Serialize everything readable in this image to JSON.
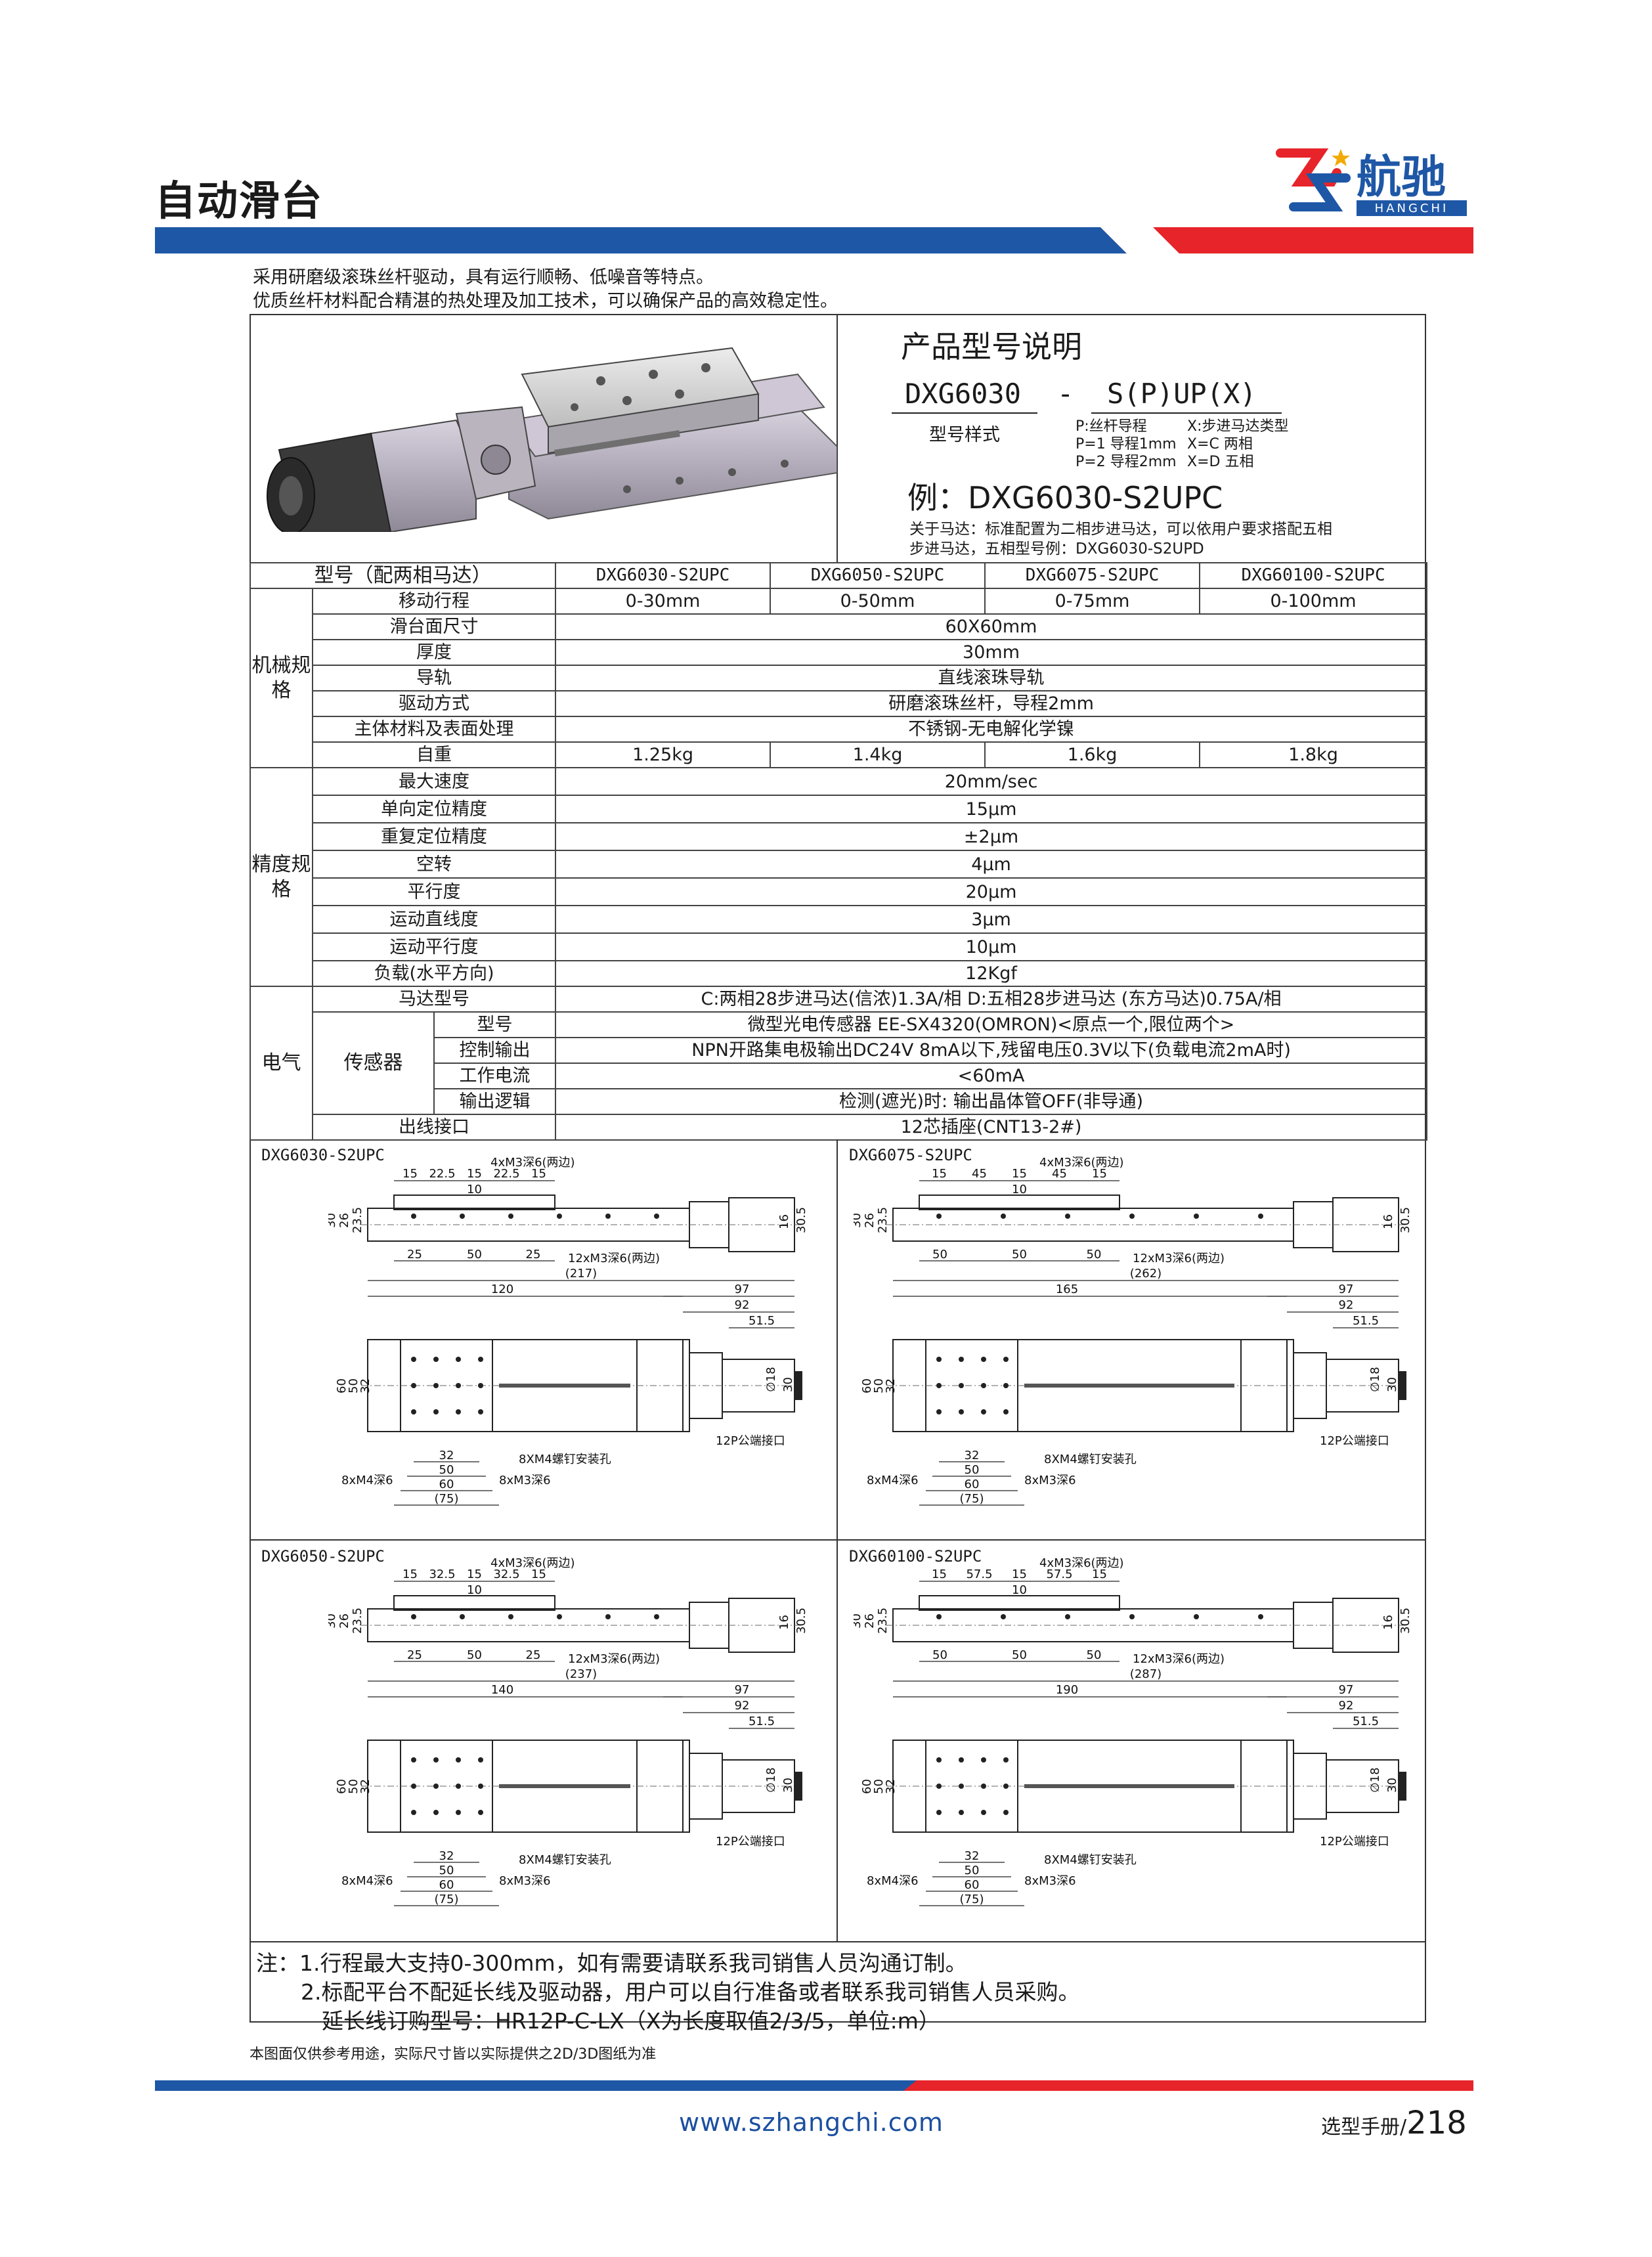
{
  "header": {
    "title": "自动滑台",
    "brand_cn": "航驰",
    "brand_en": "HANGCHI",
    "colors": {
      "red": "#e6242a",
      "blue": "#1e57a6",
      "dark": "#1a1a1a"
    }
  },
  "intro": [
    "采用研磨级滚珠丝杆驱动，具有运行顺畅、低噪音等特点。",
    "优质丝杆材料配合精湛的热处理及加工技术，可以确保产品的高效稳定性。"
  ],
  "model_explanation": {
    "title": "产品型号说明",
    "base": "DXG6030",
    "dash": "-",
    "suffix": "S(P)UP(X)",
    "base_label": "型号样式",
    "p_lines": [
      "P:丝杆导程",
      "P=1 导程1mm",
      "P=2 导程2mm"
    ],
    "x_lines": [
      "X:步进马达类型",
      "X=C 两相",
      "X=D 五相"
    ],
    "example": "例：DXG6030-S2UPC",
    "note_line1": "关于马达：标准配置为二相步进马达，可以依用户要求搭配五相",
    "note_line2": "步进马达，五相型号例：DXG6030-S2UPD"
  },
  "spec": {
    "header_label": "型号（配两相马达）",
    "models": [
      "DXG6030-S2UPC",
      "DXG6050-S2UPC",
      "DXG6075-S2UPC",
      "DXG60100-S2UPC"
    ],
    "groups": {
      "mechanical": "机械规格",
      "precision": "精度规格",
      "electrical": "电气",
      "sensor": "传感器"
    },
    "stroke": {
      "label": "移动行程",
      "values": [
        "0-30mm",
        "0-50mm",
        "0-75mm",
        "0-100mm"
      ]
    },
    "table_size": {
      "label": "滑台面尺寸",
      "value": "60X60mm"
    },
    "thickness": {
      "label": "厚度",
      "value": "30mm"
    },
    "guide": {
      "label": "导轨",
      "value": "直线滚珠导轨"
    },
    "drive": {
      "label": "驱动方式",
      "value": "研磨滚珠丝杆，导程2mm"
    },
    "material": {
      "label": "主体材料及表面处理",
      "value": "不锈钢-无电解化学镍"
    },
    "weight": {
      "label": "自重",
      "values": [
        "1.25kg",
        "1.4kg",
        "1.6kg",
        "1.8kg"
      ]
    },
    "max_speed": {
      "label": "最大速度",
      "value": "20mm/sec"
    },
    "uni_pos": {
      "label": "单向定位精度",
      "value": "15μm"
    },
    "repeat_pos": {
      "label": "重复定位精度",
      "value": "±2μm"
    },
    "backlash": {
      "label": "空转",
      "value": "4μm"
    },
    "parallel": {
      "label": "平行度",
      "value": "20μm"
    },
    "straightness": {
      "label": "运动直线度",
      "value": "3μm"
    },
    "motion_parallel": {
      "label": "运动平行度",
      "value": "10μm"
    },
    "load": {
      "label": "负载(水平方向)",
      "value": "12Kgf"
    },
    "motor": {
      "label": "马达型号",
      "value": "C:两相28步进马达(信浓)1.3A/相 D:五相28步进马达 (东方马达)0.75A/相"
    },
    "sensor_model": {
      "label": "型号",
      "value": "微型光电传感器  EE-SX4320(OMRON)<原点一个,限位两个>"
    },
    "control_output": {
      "label": "控制输出",
      "value": "NPN开路集电极输出DC24V  8mA以下,残留电压0.3V以下(负载电流2mA时)"
    },
    "work_current": {
      "label": "工作电流",
      "value": "<60mA"
    },
    "output_logic": {
      "label": "输出逻辑",
      "value": "检测(遮光)时: 输出晶体管OFF(非导通)"
    },
    "connector": {
      "label": "出线接口",
      "value": "12芯插座(CNT13-2#)"
    }
  },
  "drawings": [
    {
      "title": "DXG6030-S2UPC",
      "top": [
        "15",
        "22.5",
        "15",
        "22.5",
        "15"
      ],
      "pitch": "25",
      "mid": "50",
      "total": "(217)",
      "body": "120",
      "mount_note": "8xM4深6",
      "side_m4": "8xM4深6",
      "side_m3": "8xM3深6"
    },
    {
      "title": "DXG6075-S2UPC",
      "top": [
        "15",
        "45",
        "15",
        "45",
        "15"
      ],
      "pitch": "50",
      "mid": "50",
      "total": "(262)",
      "body": "165",
      "mount_note": "8xM4深6",
      "side_m4": "8xM4深6",
      "side_m3": "8xM3深6"
    },
    {
      "title": "DXG6050-S2UPC",
      "top": [
        "15",
        "32.5",
        "15",
        "32.5",
        "15"
      ],
      "pitch": "25",
      "mid": "50",
      "total": "(237)",
      "body": "140",
      "mount_note": "8xM3深6",
      "side_m4": "8xM4深6",
      "side_m3": "8xM3深6"
    },
    {
      "title": "DXG60100-S2UPC",
      "top": [
        "15",
        "57.5",
        "15",
        "57.5",
        "15"
      ],
      "pitch": "50",
      "mid": "50",
      "total": "(287)",
      "body": "190",
      "mount_note": "8xM3深6",
      "side_m4": "8xM4深6",
      "side_m3": "8xM3深6"
    }
  ],
  "dim_common": {
    "m3_top": "4xM3深6(两边)",
    "m3_side": "12xM3深6(两边)",
    "screw_hole": "8XM4螺钉安装孔",
    "connector_port": "12P公端接口",
    "d30": "30",
    "d26": "26",
    "d23_5": "23.5",
    "d10": "10",
    "d16": "16",
    "d30_5": "30.5",
    "d97": "97",
    "d92": "92",
    "d51_5": "51.5",
    "d18": "∅18",
    "d60": "60",
    "d50": "50",
    "d32": "32",
    "d75": "(75)"
  },
  "notes": {
    "line1": "注：1.行程最大支持0-300mm，如有需要请联系我司销售人员沟通订制。",
    "line2": "2.标配平台不配延长线及驱动器，用户可以自行准备或者联系我司销售人员采购。",
    "line3": "延长线订购型号：HR12P-C-LX（X为长度取值2/3/5，单位:m）"
  },
  "disclaimer": "本图面仅供参考用途，实际尺寸皆以实际提供之2D/3D图纸为准",
  "footer": {
    "website": "www.szhangchi.com",
    "manual_label": "选型手册/",
    "page_number": "218"
  }
}
